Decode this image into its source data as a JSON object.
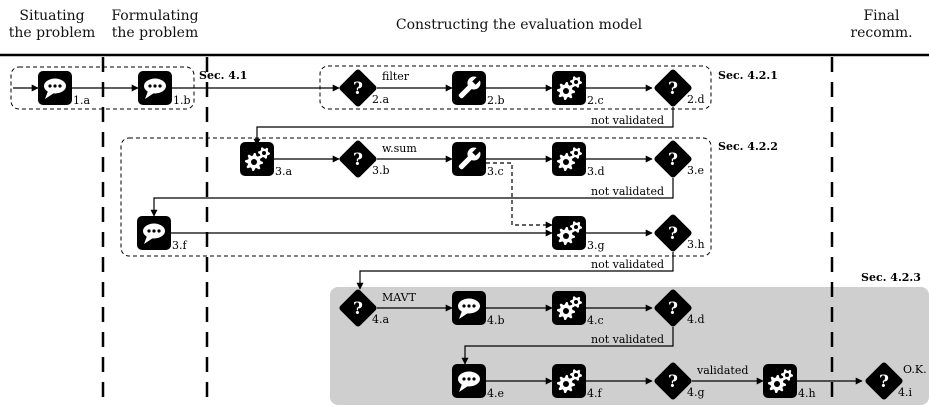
{
  "phases": [
    {
      "id": "situating",
      "label": "Situating\nthe problem"
    },
    {
      "id": "formulating",
      "label": "Formulating\nthe problem"
    },
    {
      "id": "constructing",
      "label": "Constructing the evaluation model"
    },
    {
      "id": "final",
      "label": "Final\nrecomm."
    }
  ],
  "sections": {
    "s41": "Sec. 4.1",
    "s421": "Sec. 4.2.1",
    "s422": "Sec. 4.2.2",
    "s423": "Sec. 4.2.3"
  },
  "node_types": {
    "comment": "speech-bubble-icon",
    "decision": "question-diamond-icon",
    "tool": "wrench-icon",
    "process": "gears-icon"
  },
  "nodes": [
    {
      "id": "1a",
      "label": "1.a",
      "type": "comment"
    },
    {
      "id": "1b",
      "label": "1.b",
      "type": "comment"
    },
    {
      "id": "2a",
      "label": "2.a",
      "type": "decision"
    },
    {
      "id": "2b",
      "label": "2.b",
      "type": "tool"
    },
    {
      "id": "2c",
      "label": "2.c",
      "type": "process"
    },
    {
      "id": "2d",
      "label": "2.d",
      "type": "decision"
    },
    {
      "id": "3a",
      "label": "3.a",
      "type": "process"
    },
    {
      "id": "3b",
      "label": "3.b",
      "type": "decision"
    },
    {
      "id": "3c",
      "label": "3.c",
      "type": "tool"
    },
    {
      "id": "3d",
      "label": "3.d",
      "type": "process"
    },
    {
      "id": "3e",
      "label": "3.e",
      "type": "decision"
    },
    {
      "id": "3f",
      "label": "3.f",
      "type": "comment"
    },
    {
      "id": "3g",
      "label": "3.g",
      "type": "process"
    },
    {
      "id": "3h",
      "label": "3.h",
      "type": "decision"
    },
    {
      "id": "4a",
      "label": "4.a",
      "type": "decision"
    },
    {
      "id": "4b",
      "label": "4.b",
      "type": "comment"
    },
    {
      "id": "4c",
      "label": "4.c",
      "type": "process"
    },
    {
      "id": "4d",
      "label": "4.d",
      "type": "decision"
    },
    {
      "id": "4e",
      "label": "4.e",
      "type": "comment"
    },
    {
      "id": "4f",
      "label": "4.f",
      "type": "process"
    },
    {
      "id": "4g",
      "label": "4.g",
      "type": "decision"
    },
    {
      "id": "4h",
      "label": "4.h",
      "type": "process"
    },
    {
      "id": "4i",
      "label": "4.i",
      "type": "decision"
    }
  ],
  "edge_labels": {
    "filter": "filter",
    "wsum": "w.sum",
    "mavt": "MAVT",
    "not_validated": "not validated",
    "validated": "validated",
    "ok": "O.K."
  },
  "colors": {
    "ink": "#000000",
    "shade": "#cfcfcf",
    "background": "#ffffff"
  }
}
